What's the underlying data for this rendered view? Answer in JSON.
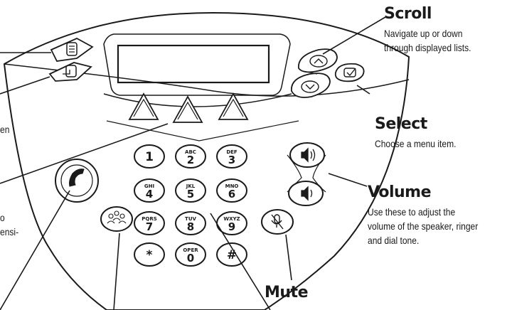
{
  "callouts": {
    "scroll": {
      "title": "Scroll",
      "desc_lines": [
        "Navigate up or down",
        "through displayed lists."
      ]
    },
    "select": {
      "title": "Select",
      "desc": "Choose a menu item."
    },
    "volume": {
      "title": "Volume",
      "desc_lines": [
        "Use these to adjust the",
        "volume of the speaker, ringer",
        "and dial tone."
      ]
    },
    "mute": {
      "title": "Mute"
    }
  },
  "clipped_text": {
    "left_1": "en",
    "left_2": "o",
    "left_3": "ensi-"
  },
  "keypad": {
    "keys": [
      {
        "digit": "1",
        "letters": ""
      },
      {
        "digit": "2",
        "letters": "ABC"
      },
      {
        "digit": "3",
        "letters": "DEF"
      },
      {
        "digit": "4",
        "letters": "GHI"
      },
      {
        "digit": "5",
        "letters": "JKL"
      },
      {
        "digit": "6",
        "letters": "MNO"
      },
      {
        "digit": "7",
        "letters": "PQRS"
      },
      {
        "digit": "8",
        "letters": "TUV"
      },
      {
        "digit": "9",
        "letters": "WXYZ"
      },
      {
        "digit": "*",
        "letters": ""
      },
      {
        "digit": "0",
        "letters": "OPER"
      },
      {
        "digit": "#",
        "letters": ""
      }
    ]
  },
  "icons": {
    "menu": "menu-list-icon",
    "exit": "exit-arrow-icon",
    "scroll_up": "chevron-up-icon",
    "scroll_down": "chevron-down-icon",
    "select": "checkmark-icon",
    "softkey": "triangle-softkey-icon",
    "phone": "handset-icon",
    "conference": "conference-people-icon",
    "volume_up": "speaker-loud-icon",
    "volume_down": "speaker-soft-icon",
    "mute": "microphone-muted-icon"
  },
  "colors": {
    "line": "#1a1a1a",
    "background": "#ffffff"
  }
}
